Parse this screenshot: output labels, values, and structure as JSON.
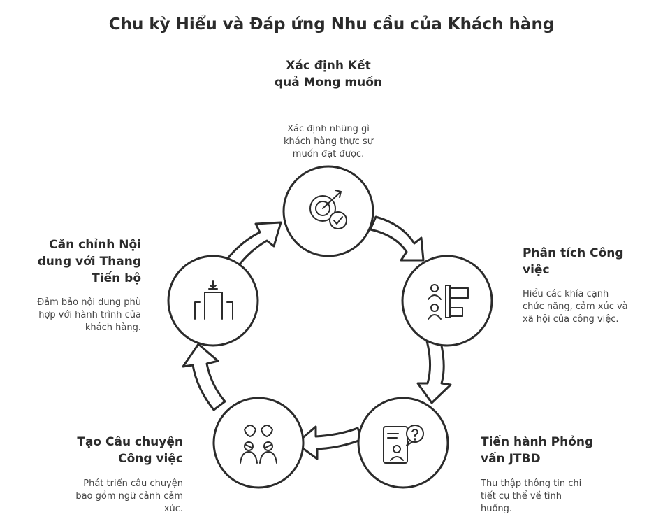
{
  "title": "Chu kỳ Hiểu và Đáp ứng Nhu cầu của Khách hàng",
  "stages": [
    {
      "id": "define",
      "title_lines": [
        "Xác định Kết",
        "quả Mong muốn"
      ],
      "desc_lines": [
        "Xác định những gì",
        "khách hàng thực sự",
        "muốn đạt được."
      ],
      "icon": "target-check-icon"
    },
    {
      "id": "analyze",
      "title_lines": [
        "Phân tích Công",
        "việc"
      ],
      "desc_lines": [
        "Hiểu các khía cạnh",
        "chức năng, cảm xúc và",
        "xã hội của công việc."
      ],
      "icon": "people-list-icon"
    },
    {
      "id": "interview",
      "title_lines": [
        "Tiến hành Phỏng",
        "vấn JTBD"
      ],
      "desc_lines": [
        "Thu thập thông tin chi",
        "tiết cụ thể về tình",
        "huống."
      ],
      "icon": "interview-question-icon"
    },
    {
      "id": "story",
      "title_lines": [
        "Tạo Câu chuyện",
        "Công việc"
      ],
      "desc_lines": [
        "Phát triển câu chuyện",
        "bao gồm ngữ cảnh cảm",
        "xúc."
      ],
      "icon": "two-people-thinking-icon"
    },
    {
      "id": "align",
      "title_lines": [
        "Căn chỉnh Nội",
        "dung với Thang",
        "Tiến bộ"
      ],
      "desc_lines": [
        "Đảm bảo nội dung phù",
        "hợp với hành trình của",
        "khách hàng."
      ],
      "icon": "progress-steps-icon"
    }
  ]
}
